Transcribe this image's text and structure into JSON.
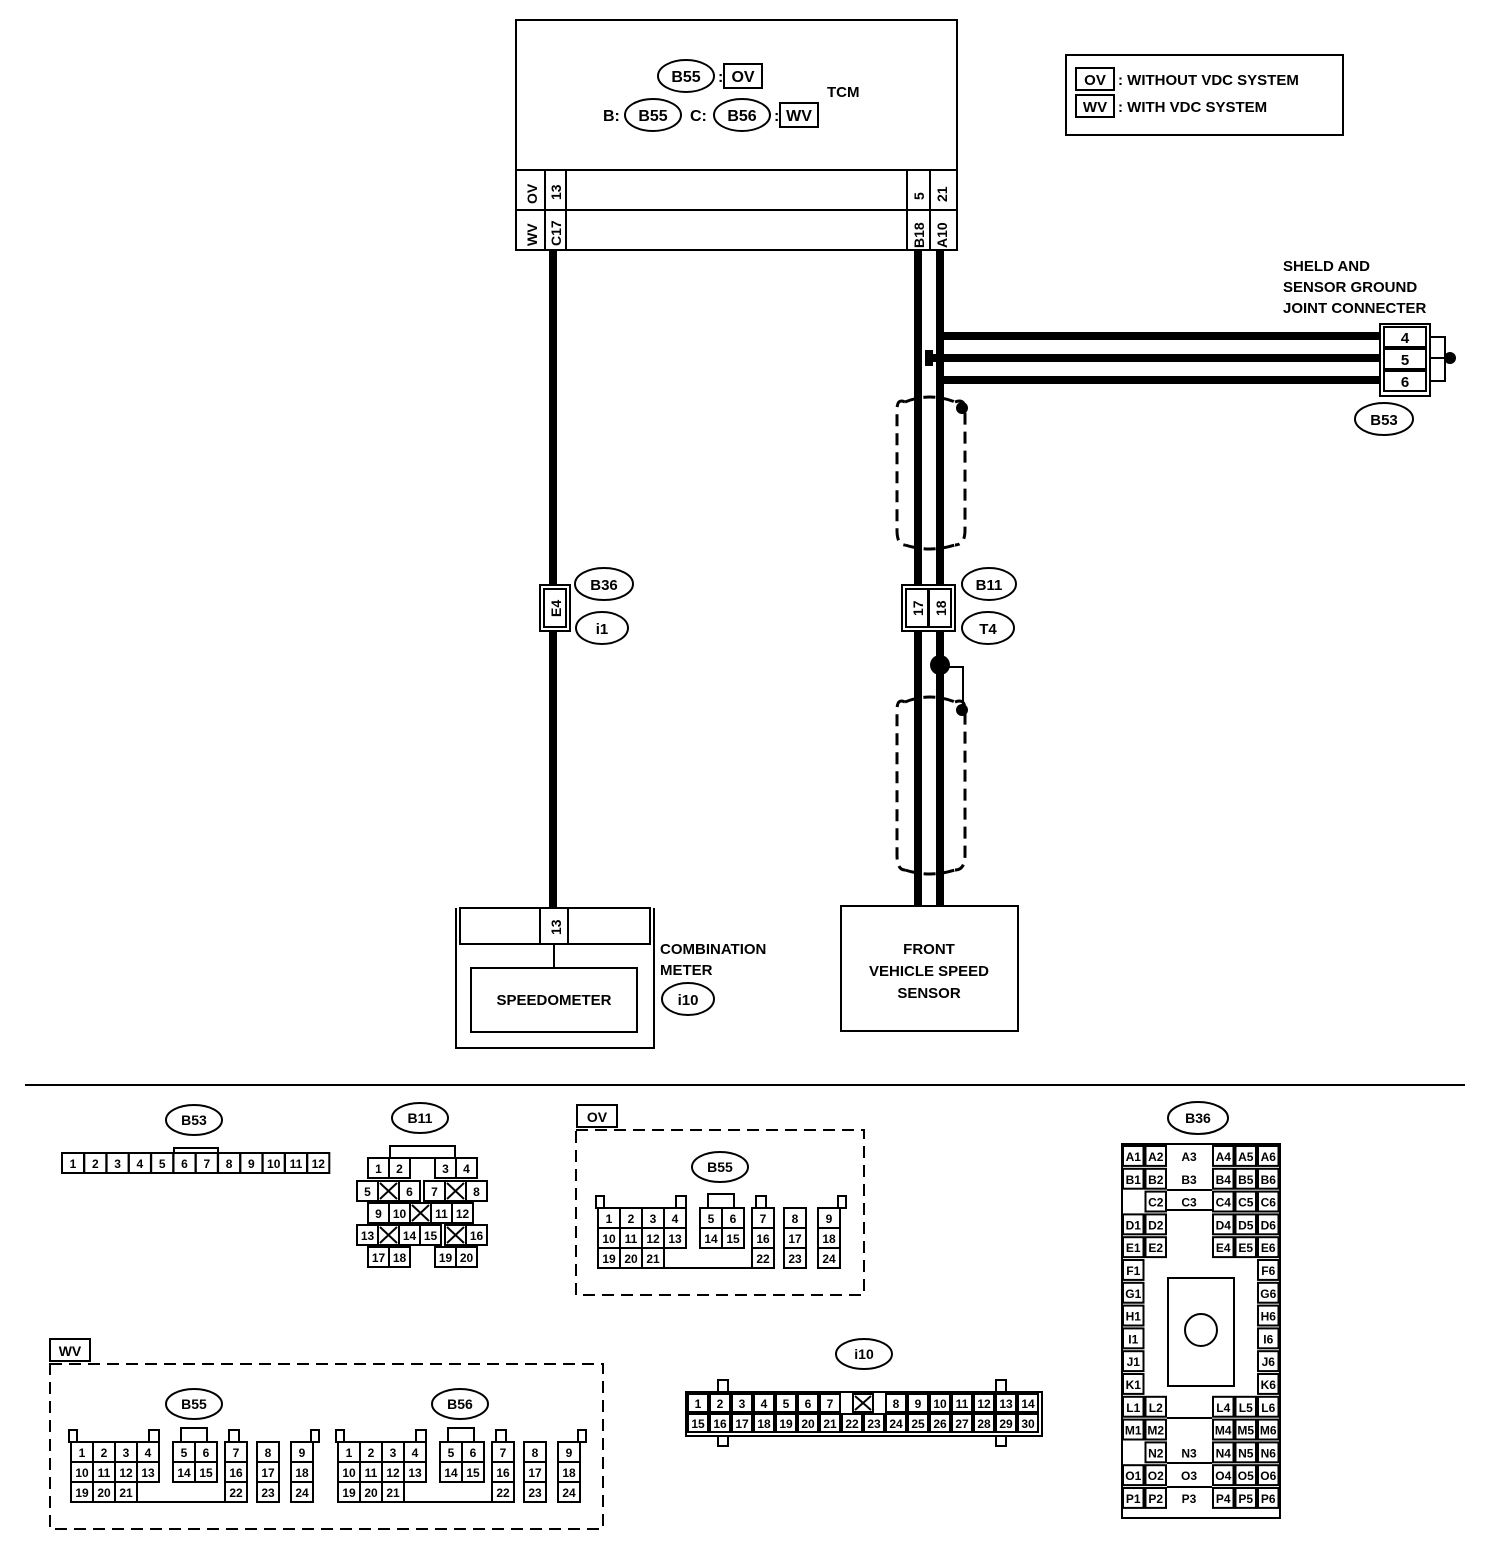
{
  "tcm": {
    "label": "TCM",
    "conn_main": "B55",
    "tag_ov": "OV",
    "prefix_b": "B:",
    "conn_b": "B55",
    "prefix_c": "C:",
    "conn_c": "B56",
    "tag_wv": "WV",
    "pins": {
      "left_tag_wv": "WV",
      "left_tag_ov": "OV",
      "left_ov": "13",
      "left_wv": "C17",
      "right1_ov": "5",
      "right1_wv": "B18",
      "right2_ov": "21",
      "right2_wv": "A10"
    }
  },
  "legend": {
    "ov_tag": "OV",
    "ov_text": ": WITHOUT VDC SYSTEM",
    "wv_tag": "WV",
    "wv_text": ": WITH VDC SYSTEM"
  },
  "joint": {
    "label_lines": [
      "SHELD AND",
      "SENSOR GROUND",
      "JOINT CONNECTER"
    ],
    "pins": [
      "4",
      "5",
      "6"
    ],
    "connector": "B53"
  },
  "b36_conn": {
    "pin": "E4",
    "label_top": "B36",
    "label_bottom": "i1"
  },
  "b11_conn": {
    "pins": [
      "17",
      "18"
    ],
    "label_top": "B11",
    "label_bottom": "T4"
  },
  "meter": {
    "pin": "13",
    "label_lines": [
      "COMBINATION",
      "METER"
    ],
    "inner": "SPEEDOMETER",
    "connector": "i10"
  },
  "sensor": {
    "label_lines": [
      "FRONT",
      "VEHICLE SPEED",
      "SENSOR"
    ]
  },
  "views": {
    "b53": {
      "name": "B53",
      "pins": [
        "1",
        "2",
        "3",
        "4",
        "5",
        "6",
        "7",
        "8",
        "9",
        "10",
        "11",
        "12"
      ]
    },
    "b11": {
      "name": "B11",
      "row1": [
        "1",
        "2",
        "3",
        "4"
      ],
      "row2": [
        "5",
        "6",
        "7",
        "8"
      ],
      "row3": [
        "9",
        "10",
        "11",
        "12"
      ],
      "row4": [
        "13",
        "14",
        "15",
        "16"
      ],
      "row5": [
        "17",
        "18",
        "19",
        "20"
      ]
    },
    "ov_box": {
      "tag": "OV",
      "name": "B55"
    },
    "wv_box": {
      "tag": "WV",
      "name1": "B55",
      "name2": "B56"
    },
    "i10": {
      "name": "i10",
      "row1": [
        "1",
        "2",
        "3",
        "4",
        "5",
        "6",
        "7",
        "",
        "8",
        "9",
        "10",
        "11",
        "12",
        "13",
        "14"
      ],
      "row2": [
        "15",
        "16",
        "17",
        "18",
        "19",
        "20",
        "21",
        "22",
        "23",
        "24",
        "25",
        "26",
        "27",
        "28",
        "29",
        "30"
      ]
    },
    "tcm_conn_pins": {
      "row1": [
        "1",
        "2",
        "3",
        "4",
        "5",
        "6",
        "7",
        "8",
        "9"
      ],
      "row2": [
        "10",
        "11",
        "12",
        "13",
        "14",
        "15",
        "16",
        "17",
        "18"
      ],
      "row3": [
        "19",
        "20",
        "21",
        "22",
        "23",
        "24"
      ]
    },
    "b36": {
      "name": "B36",
      "cells": [
        "A1",
        "A2",
        "A3",
        "A4",
        "A5",
        "A6",
        "B1",
        "B2",
        "B3",
        "B4",
        "B5",
        "B6",
        "C2",
        "C3",
        "C4",
        "C5",
        "C6",
        "D1",
        "D2",
        "D4",
        "D5",
        "D6",
        "E1",
        "E2",
        "E4",
        "E5",
        "E6",
        "F1",
        "F6",
        "G1",
        "G6",
        "H1",
        "H6",
        "I1",
        "I6",
        "J1",
        "J6",
        "K1",
        "K6",
        "L1",
        "L2",
        "L4",
        "L5",
        "L6",
        "M1",
        "M2",
        "M4",
        "M5",
        "M6",
        "N2",
        "N3",
        "N4",
        "N5",
        "N6",
        "O1",
        "O2",
        "O3",
        "O4",
        "O5",
        "O6",
        "P1",
        "P2",
        "P3",
        "P4",
        "P5",
        "P6"
      ]
    }
  }
}
